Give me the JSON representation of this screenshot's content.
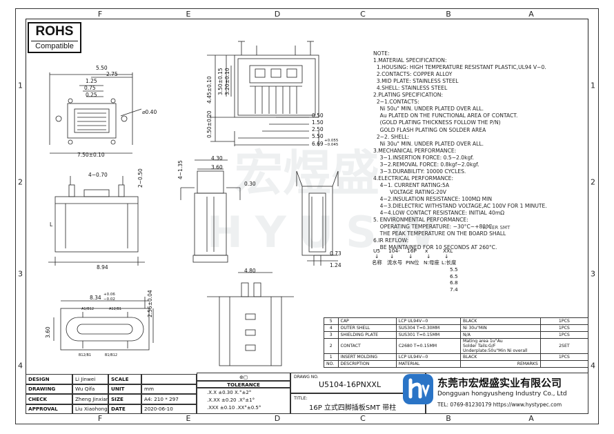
{
  "grid": {
    "columns_top": [
      "F",
      "E",
      "D",
      "C",
      "B",
      "A"
    ],
    "columns_bottom": [
      "F",
      "E",
      "D",
      "C",
      "B",
      "A"
    ],
    "rows": [
      "1",
      "2",
      "3",
      "4"
    ]
  },
  "rohs": {
    "title": "ROHS",
    "subtitle": "Compatible"
  },
  "watermark": {
    "cn": "宏煜盛",
    "en": "HYUSW"
  },
  "dimensions": {
    "top_view": [
      "5.50",
      "2.75",
      "1.25",
      "0.75",
      "0.25",
      "7.50±0.10",
      "⌀0.40"
    ],
    "front_top": [
      "4.45±0.10",
      "3.50±0.15",
      "3.20±0.10",
      "0.50±0.20",
      "0.50",
      "1.50",
      "2.50",
      "5.50",
      "6.69"
    ],
    "front_top_tol": [
      "+0.055",
      "−0.045"
    ],
    "left_mid": [
      "4−0.70",
      "2−0.50",
      "8.94",
      "L"
    ],
    "mid_center": [
      "4.30",
      "3.60",
      "4−1.35",
      "0.30"
    ],
    "right_mid": [
      "0.73",
      "1.24"
    ],
    "footprint": [
      "8.34",
      "+0.06",
      "−0.02",
      "2.56±0.04",
      "3.60",
      "A1/B12",
      "A12/B1",
      "B12/B1",
      "B1/B12"
    ],
    "bottom_center": [
      "4.80"
    ]
  },
  "notes": [
    "NOTE:",
    "1.MATERIAL SPECIFICATION:",
    "  1.HOUSING: HIGH TEMPERATURE RESISTANT PLASTIC,UL94 V−0.",
    "  2.CONTACTS: COPPER ALLOY",
    "  3.MID PLATE:  STAINLESS STEEL",
    "  4.SHELL:  STAINLESS STEEL",
    "2.PLATING SPECIFICATION:",
    "  2−1.CONTACTS:",
    "    Ni 50u\" MIN. UNDER PLATED OVER ALL.",
    "    Au PLATED ON THE FUNCTIONAL AREA OF CONTACT.",
    "    (GOLD PLATING THICKNESS FOLLOW THE P/N)",
    "    GOLD FLASH PLATING ON SOLDER AREA",
    "  2−2. SHELL:",
    "    Ni 30u\" MIN. UNDER PLATED OVER ALL.",
    "3.MECHANICAL PERFORMANCE:",
    "    3−1.INSERTION FORCE: 0.5~2.0kgf.",
    "    3−2.REMOVAL FORCE: 0.8kgf~2.0kgf.",
    "    3−3.DURABILITY: 10000 CYCLES.",
    "4.ELECTRICAL PERFORMANCE:",
    "    4−1. CURRENT RATING:5A",
    "          VOLTAGE RATING:20V",
    "    4−2.INSULATION RESISTANCE: 100MΩ  MIN",
    "    4−3.DIELECTRIC WITHSTAND VOLTAGE,AC 100V FOR 1 MINUTE.",
    "    4−4.LOW CONTACT RESISTANCE: INITIAL 40mΩ",
    "5. ENVIRONMENTAL PERFORMANCE:",
    "    OPERATING TEMPERATURE: −30°C~+80°C",
    "    THE PEAK TEMPERATURE ON THE BOARD SHALL",
    "6.IR REFLOW:",
    "    BE MAINTAINED FOR 10 SECONDS AT 260°C."
  ],
  "note_overlay": "AFTER SMT",
  "part_code": {
    "parts": [
      "U5",
      "104-",
      "16P",
      "x",
      "XXL"
    ],
    "arrows": [
      "↓",
      "↓",
      "↓",
      "↓",
      "↓"
    ],
    "labels": [
      "名称",
      "流水号",
      "PIN位",
      "N:母座",
      "L:长度"
    ],
    "lengths": [
      "5.5",
      "6.5",
      "6.8",
      "7.4"
    ]
  },
  "bom": {
    "header": [
      "NO.",
      "DESCRIPTION",
      "MATERIAL",
      "",
      "REMARKS",
      ""
    ],
    "rows": [
      [
        "5",
        "CAP",
        "LCP UL94V−0",
        "BLACK",
        "1PCS"
      ],
      [
        "4",
        "OUTER SHELL",
        "SUS304 T=0.30MM",
        "Ni 30u\"MIN",
        "1PCS"
      ],
      [
        "3",
        "SHIELDING PLATE",
        "SUS301 T=0.15MM",
        "N/A",
        "1PCS"
      ],
      [
        "2",
        "CONTACT",
        "C2680 T=0.15MM",
        "Mating area 1u\"Au|Solder Tails:G/F|Underplate:50u\"Min Ni overall",
        "2SET"
      ],
      [
        "1",
        "INSERT MOLDING",
        "LCP UL94V−0",
        "BLACK",
        "1PCS"
      ]
    ]
  },
  "title_block": {
    "rows": [
      {
        "role": "DESIGN",
        "name": "Li Jinwei",
        "key": "SCALE",
        "value": ""
      },
      {
        "role": "DRAWING",
        "name": "Wu Qifa",
        "key": "UNIT",
        "value": "mm"
      },
      {
        "role": "CHECK",
        "name": "Zheng Jinxian",
        "key": "SIZE",
        "value": "A4: 210 * 297"
      },
      {
        "role": "APPROVAL",
        "name": "Liu Xiaohong",
        "key": "DATE",
        "value": "2020-06-10"
      }
    ],
    "tolerance_title": "TOLERANCE",
    "tolerance": [
      {
        "fmt": ".X.X",
        "lin": "±0.30",
        "ang_fmt": "X.°",
        "ang": "±2°"
      },
      {
        "fmt": ".X.XX",
        "lin": "±0.20",
        "ang_fmt": ".X°",
        "ang": "±1°"
      },
      {
        "fmt": ".XXX",
        "lin": "±0.10",
        "ang_fmt": ".XX°",
        "ang": "±0.5°"
      }
    ],
    "drawing_no_label": "DRAWG NO.",
    "drawing_no": "U5104-16PNXXL",
    "title_label": "TITLE:",
    "title": "16P 立式四脚插板SMT 带柱",
    "company_cn": "东莞市宏煜盛实业有限公司",
    "company_en": "Dongguan hongyusheng Industry Co., Ltd",
    "contact": "TEL: 0769-81230179  https://www.hystypec.com"
  },
  "colors": {
    "line": "#222222",
    "logo_blue": "#2a74c6",
    "watermark": "#a0aab4"
  }
}
